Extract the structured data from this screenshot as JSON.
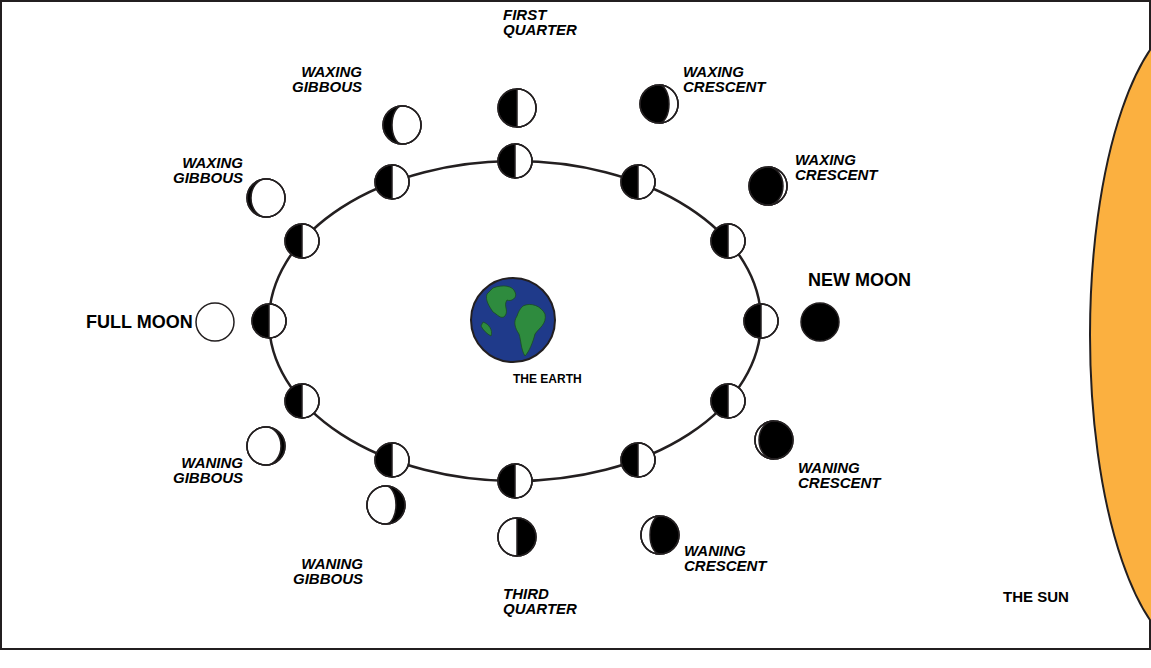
{
  "diagram": {
    "nodes": [
      {
        "text": [
          "THE EARTH"
        ]
      },
      {
        "text": [
          "THE SUN"
        ]
      }
    ],
    "labels": [
      "FIRST QUARTER",
      "WAXING CRESCENT",
      "WAXING GIBBOUS",
      "WAXING GIBBOUS",
      "WAXING CRESCENT",
      "FULL MOON",
      "NEW MOON",
      "WANING GIBBOUS",
      "WANING CRESCENT",
      "WANING GIBBOUS",
      "WANING CRESCENT",
      "THIRD QUARTER"
    ]
  }
}
